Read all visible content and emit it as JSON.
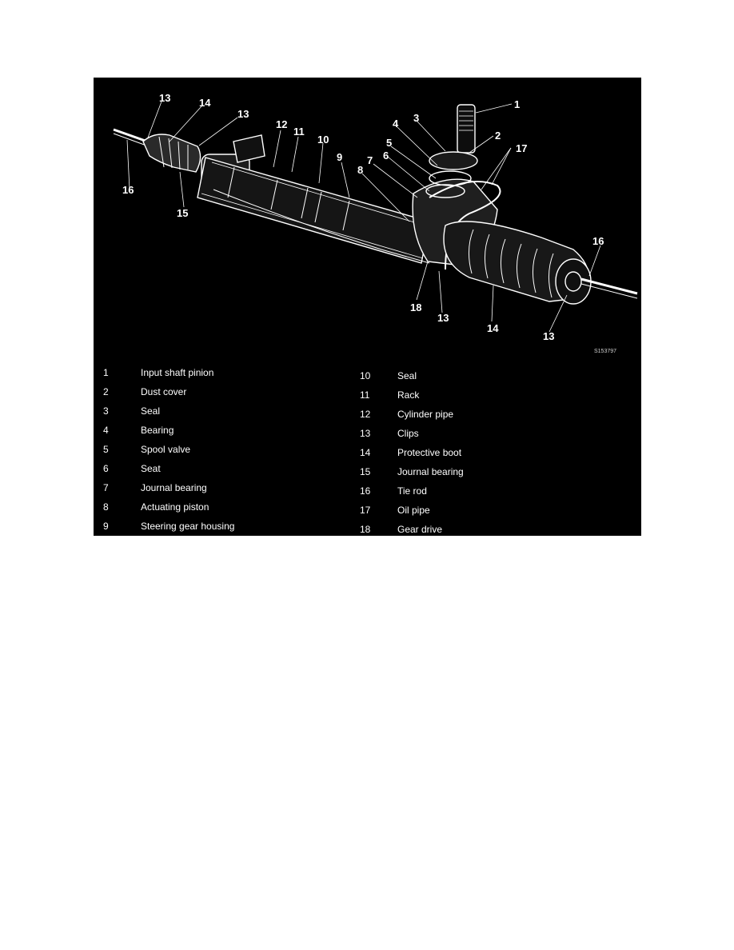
{
  "figure": {
    "code": "S153797",
    "callouts": [
      "13",
      "14",
      "13",
      "12",
      "11",
      "10",
      "9",
      "8",
      "7",
      "6",
      "5",
      "4",
      "3",
      "1",
      "2",
      "17",
      "16",
      "18",
      "13",
      "14",
      "13",
      "16",
      "15"
    ],
    "legend": [
      {
        "num": "1",
        "text": "Input shaft pinion"
      },
      {
        "num": "2",
        "text": "Dust cover"
      },
      {
        "num": "3",
        "text": "Seal"
      },
      {
        "num": "4",
        "text": "Bearing"
      },
      {
        "num": "5",
        "text": "Spool valve"
      },
      {
        "num": "6",
        "text": "Seat"
      },
      {
        "num": "7",
        "text": "Journal bearing"
      },
      {
        "num": "8",
        "text": "Actuating piston"
      },
      {
        "num": "9",
        "text": "Steering gear housing"
      },
      {
        "num": "10",
        "text": "Seal"
      },
      {
        "num": "11",
        "text": "Rack"
      },
      {
        "num": "12",
        "text": "Cylinder pipe"
      },
      {
        "num": "13",
        "text": "Clips"
      },
      {
        "num": "14",
        "text": "Protective boot"
      },
      {
        "num": "15",
        "text": "Journal bearing"
      },
      {
        "num": "16",
        "text": "Tie rod"
      },
      {
        "num": "17",
        "text": "Oil pipe"
      },
      {
        "num": "18",
        "text": "Gear drive"
      }
    ]
  }
}
